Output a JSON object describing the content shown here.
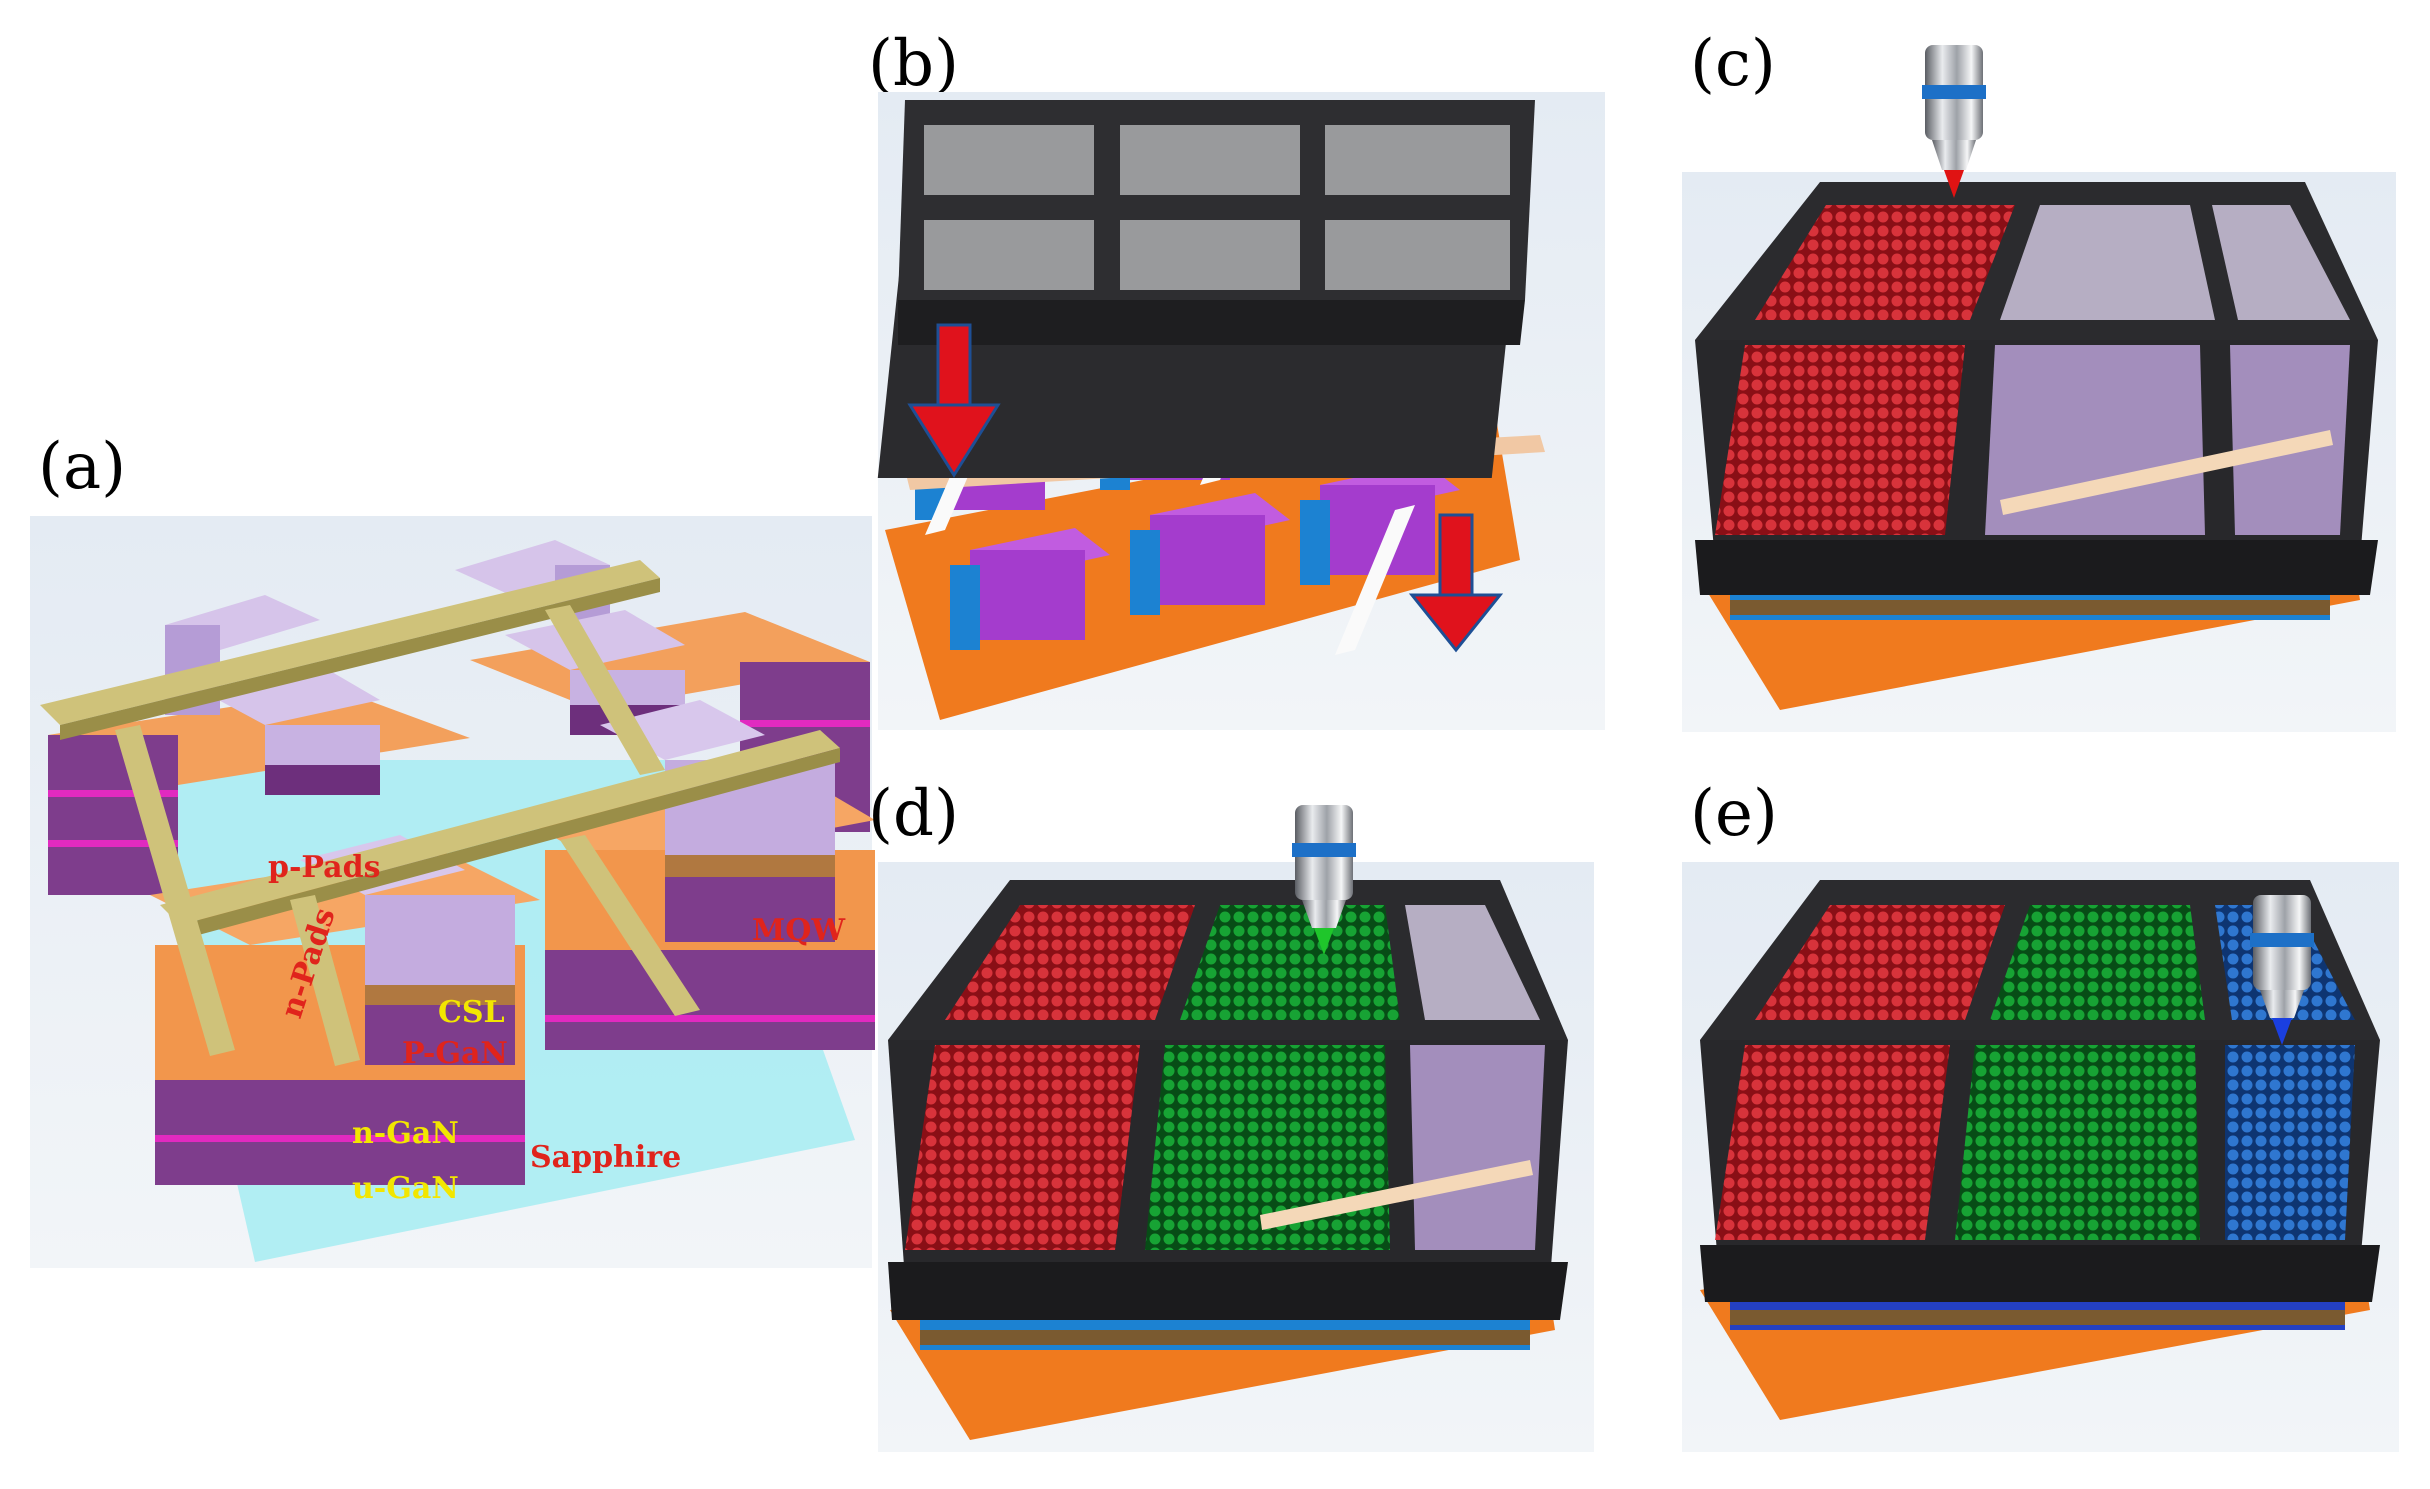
{
  "panel_labels": {
    "a": "(a)",
    "b": "(b)",
    "c": "(c)",
    "d": "(d)",
    "e": "(e)"
  },
  "layer_labels": {
    "p_pads": "p-Pads",
    "n_pads": "n-Pads",
    "csl": "CSL",
    "p_gan": "P-GaN",
    "mqw": "MQW",
    "n_gan": "n-GaN",
    "u_gan": "u-GaN",
    "sapphire": "Sapphire"
  },
  "colors": {
    "red_qd": "#c41e28",
    "green_qd": "#0f8a2a",
    "blue_qd": "#1d5fb4",
    "frame": "#2b2b2e",
    "substrate": "#f07a1e",
    "arrow": "#e0121c",
    "chip_top": "#b14ad8",
    "chip_side": "#1c82d2",
    "background": "#e8edf3"
  },
  "icons": {
    "nozzle": "inkjet-nozzle-icon",
    "arrow": "down-arrow-icon"
  }
}
